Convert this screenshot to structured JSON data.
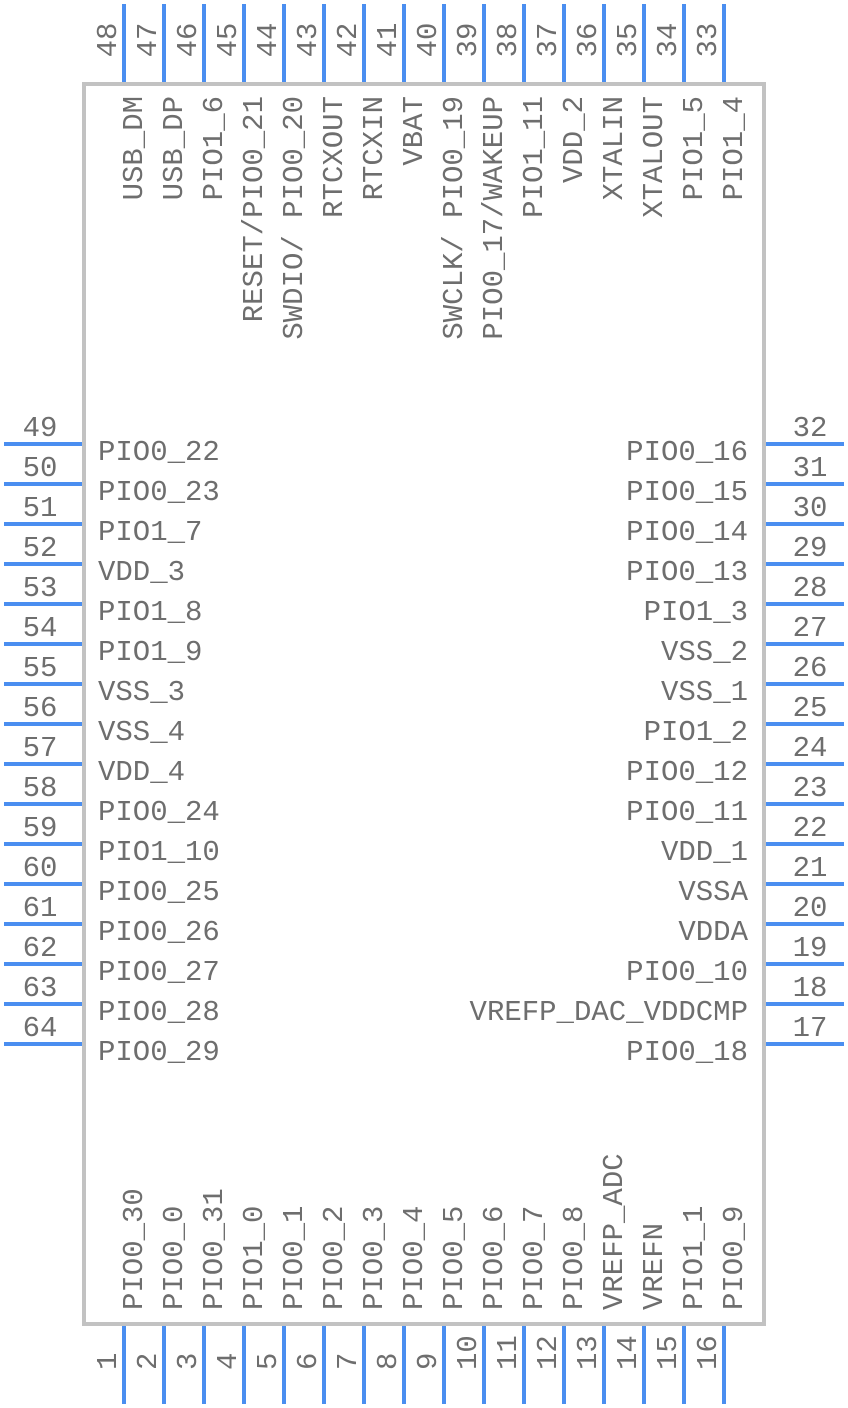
{
  "diagram": {
    "type": "ic-pinout",
    "package_pin_count": 64,
    "colors": {
      "pin": "#4a8ef0",
      "body_outline": "#c2c2c2",
      "text": "#6e6e6e",
      "background": "#ffffff"
    },
    "pins": {
      "left": [
        {
          "number": "49",
          "name": "PIO0_22"
        },
        {
          "number": "50",
          "name": "PIO0_23"
        },
        {
          "number": "51",
          "name": "PIO1_7"
        },
        {
          "number": "52",
          "name": "VDD_3"
        },
        {
          "number": "53",
          "name": "PIO1_8"
        },
        {
          "number": "54",
          "name": "PIO1_9"
        },
        {
          "number": "55",
          "name": "VSS_3"
        },
        {
          "number": "56",
          "name": "VSS_4"
        },
        {
          "number": "57",
          "name": "VDD_4"
        },
        {
          "number": "58",
          "name": "PIO0_24"
        },
        {
          "number": "59",
          "name": "PIO1_10"
        },
        {
          "number": "60",
          "name": "PIO0_25"
        },
        {
          "number": "61",
          "name": "PIO0_26"
        },
        {
          "number": "62",
          "name": "PIO0_27"
        },
        {
          "number": "63",
          "name": "PIO0_28"
        },
        {
          "number": "64",
          "name": "PIO0_29"
        }
      ],
      "right": [
        {
          "number": "32",
          "name": "PIO0_16"
        },
        {
          "number": "31",
          "name": "PIO0_15"
        },
        {
          "number": "30",
          "name": "PIO0_14"
        },
        {
          "number": "29",
          "name": "PIO0_13"
        },
        {
          "number": "28",
          "name": "PIO1_3"
        },
        {
          "number": "27",
          "name": "VSS_2"
        },
        {
          "number": "26",
          "name": "VSS_1"
        },
        {
          "number": "25",
          "name": "PIO1_2"
        },
        {
          "number": "24",
          "name": "PIO0_12"
        },
        {
          "number": "23",
          "name": "PIO0_11"
        },
        {
          "number": "22",
          "name": "VDD_1"
        },
        {
          "number": "21",
          "name": "VSSA"
        },
        {
          "number": "20",
          "name": "VDDA"
        },
        {
          "number": "19",
          "name": "PIO0_10"
        },
        {
          "number": "18",
          "name": "VREFP_DAC_VDDCMP"
        },
        {
          "number": "17",
          "name": "PIO0_18"
        }
      ],
      "top": [
        {
          "number": "48",
          "name": "USB_DM"
        },
        {
          "number": "47",
          "name": "USB_DP"
        },
        {
          "number": "46",
          "name": "PIO1_6"
        },
        {
          "number": "45",
          "name": "RESET/PIO0_21",
          "overbar": "RESET"
        },
        {
          "number": "44",
          "name": "SWDIO/ PIO0_20"
        },
        {
          "number": "43",
          "name": "RTCXOUT"
        },
        {
          "number": "42",
          "name": "RTCXIN"
        },
        {
          "number": "41",
          "name": "VBAT"
        },
        {
          "number": "40",
          "name": "SWCLK/ PIO0_19"
        },
        {
          "number": "39",
          "name": "PIO0_17/WAKEUP"
        },
        {
          "number": "38",
          "name": "PIO1_11"
        },
        {
          "number": "37",
          "name": "VDD_2"
        },
        {
          "number": "36",
          "name": "XTALIN"
        },
        {
          "number": "35",
          "name": "XTALOUT"
        },
        {
          "number": "34",
          "name": "PIO1_5"
        },
        {
          "number": "33",
          "name": "PIO1_4"
        }
      ],
      "bottom": [
        {
          "number": "1",
          "name": "PIO0_30"
        },
        {
          "number": "2",
          "name": "PIO0_0"
        },
        {
          "number": "3",
          "name": "PIO0_31"
        },
        {
          "number": "4",
          "name": "PIO1_0"
        },
        {
          "number": "5",
          "name": "PIO0_1"
        },
        {
          "number": "6",
          "name": "PIO0_2"
        },
        {
          "number": "7",
          "name": "PIO0_3"
        },
        {
          "number": "8",
          "name": "PIO0_4"
        },
        {
          "number": "9",
          "name": "PIO0_5"
        },
        {
          "number": "10",
          "name": "PIO0_6"
        },
        {
          "number": "11",
          "name": "PIO0_7"
        },
        {
          "number": "12",
          "name": "PIO0_8"
        },
        {
          "number": "13",
          "name": "VREFP_ADC"
        },
        {
          "number": "14",
          "name": "VREFN"
        },
        {
          "number": "15",
          "name": "PIO1_1"
        },
        {
          "number": "16",
          "name": "PIO0_9"
        }
      ]
    }
  }
}
